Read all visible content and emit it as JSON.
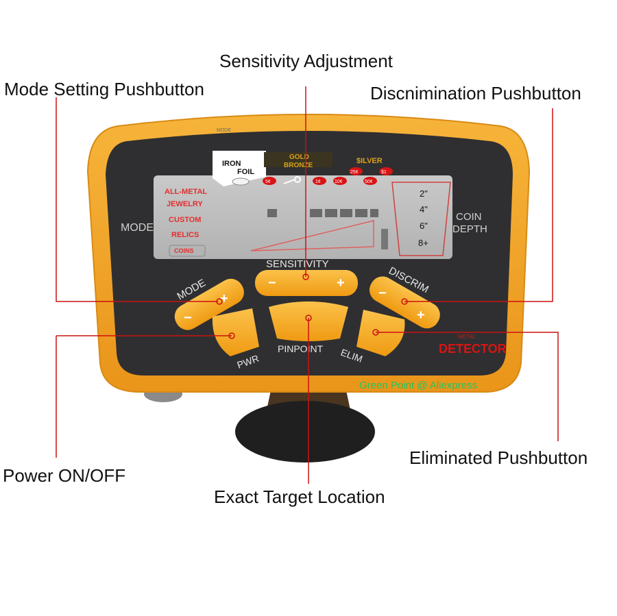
{
  "callouts": {
    "sensitivity": "Sensitivity Adjustment",
    "mode": "Mode Setting Pushbutton",
    "discrimination": "Discnimination Pushbutton",
    "eliminated": "Eliminated Pushbutton",
    "power": "Power ON/OFF",
    "pinpoint": "Exact Target Location"
  },
  "device": {
    "top_label": "MODE",
    "iron": "IRON",
    "foil": "FOIL",
    "gold_bronze": [
      "GOLD",
      "BRONZE"
    ],
    "silver": "$ILVER",
    "coin_badges": [
      "5¢",
      "1¢",
      "10¢",
      "50¢",
      "25¢",
      "$1"
    ],
    "modes": [
      "ALL-METAL",
      "JEWELRY",
      "CUSTOM",
      "RELICS",
      "COINS"
    ],
    "mode_side": "MODE",
    "depths": [
      "2\"",
      "4\"",
      "6\"",
      "8+"
    ],
    "coin_depth": [
      "COIN",
      "DEPTH"
    ],
    "sensitivity": "SENSITIVITY",
    "mode_btn": "MODE",
    "discrim": "DISCRIM",
    "pwr": "PWR",
    "pinpoint": "PINPOINT",
    "elim": "ELIM",
    "brand_small": "METAL",
    "brand": "DETECTOR",
    "minus": "−",
    "plus": "+"
  },
  "watermark": "Green Point @ Aliexpress",
  "colors": {
    "body": "#f5a623",
    "panel": "#2f2f31",
    "lcd": "#bdbdbd",
    "button": "#f6a91e",
    "line": "#cc1111",
    "red_text": "#d81414"
  }
}
